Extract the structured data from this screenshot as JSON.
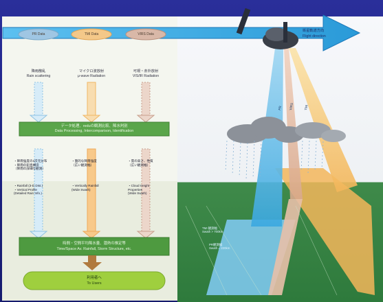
{
  "header": {
    "pills": [
      {
        "label": "PR Data",
        "color": "#9fc6e3"
      },
      {
        "label": "TMI Data",
        "color": "#f4c889"
      },
      {
        "label": "VIRS Data",
        "color": "#d9b8a8"
      }
    ],
    "orbit_label_jp": "衛星軌道方向",
    "orbit_label_en": "Flight direction",
    "arrow_color": "#35a9e4"
  },
  "columns": [
    {
      "jp": "降雨散乱",
      "en": "Rain scattering"
    },
    {
      "jp": "マイクロ波放射",
      "en": "μ-wave Radiation"
    },
    {
      "jp": "可視・赤外放射",
      "en": "VIS/IR Radiation"
    }
  ],
  "process_box": {
    "jp": "データ処理、reduの観測比較、降水判別",
    "en": "Data Processing, Intercomparison, Identification",
    "color": "#5aa54a"
  },
  "products": [
    {
      "jp": "・降雨強度の3次元分布\n・降雨の鉛直構造\n（降雨の詳細な観測）",
      "en": "・Rainfall (3-D Dist.)\n・Vertical Profile\n(Detailed Rain Info.)"
    },
    {
      "jp": "・面的な降雨強度\n（広い観測幅）",
      "en": "・Vertically Rainfall\n(Wide Swath)"
    },
    {
      "jp": "・雲の高さ、性質\n（広い観測幅）",
      "en": "・Cloud Height\nProperties\n(Wide Swath)"
    }
  ],
  "result_box": {
    "jp": "時間・空間平均降水量、潜熱の推定等",
    "en": "Time/Space Av. Rainfall, Storm Structure, etc.",
    "color": "#4e9a40"
  },
  "final_box": {
    "jp": "利用者へ",
    "en": "To Users",
    "color": "#9fcf3e"
  },
  "scene": {
    "instruments": [
      "PR",
      "VIRS",
      "TMI"
    ],
    "swaths": [
      {
        "label": "TMI 観測幅\nSwath > 700km"
      },
      {
        "label": "PR観測幅\nSwath = 220km"
      }
    ]
  }
}
